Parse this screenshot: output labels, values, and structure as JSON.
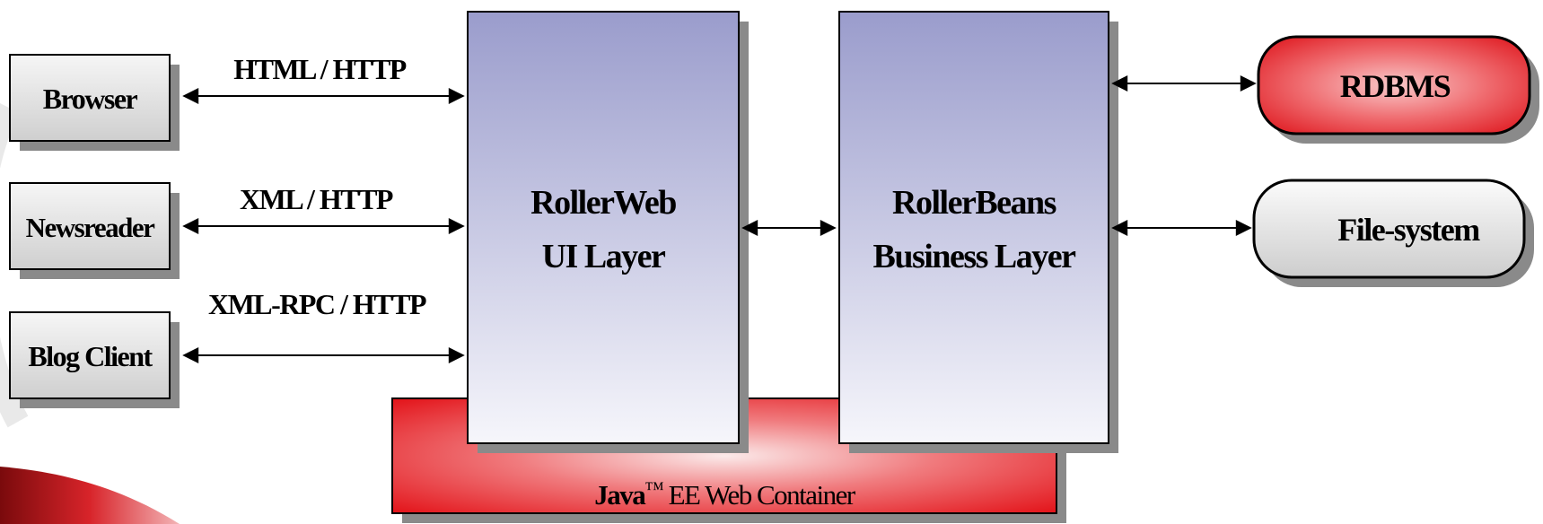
{
  "clients": {
    "browser": "Browser",
    "newsreader": "Newsreader",
    "blog_client": "Blog Client"
  },
  "protocols": {
    "html_http": "HTML / HTTP",
    "xml_http": "XML / HTTP",
    "xml_rpc_http": "XML-RPC / HTTP"
  },
  "layers": {
    "rollerweb_line1": "RollerWeb",
    "rollerweb_line2": "UI Layer",
    "rollerbeans_line1": "RollerBeans",
    "rollerbeans_line2": "Business Layer"
  },
  "container": {
    "prefix": "Java",
    "trademark": "™",
    "suffix": " EE Web Container"
  },
  "backends": {
    "rdbms": "RDBMS",
    "filesystem": "File-system"
  },
  "colors": {
    "client_box": "#d9d9d9",
    "layer_top": "#9a9ccc",
    "layer_bottom": "#f4f4fa",
    "container_red": "#e4151b",
    "rdbms_red": "#e0161c",
    "filesystem_gray": "#dcdcdc",
    "shadow": "#8a8a8a"
  }
}
